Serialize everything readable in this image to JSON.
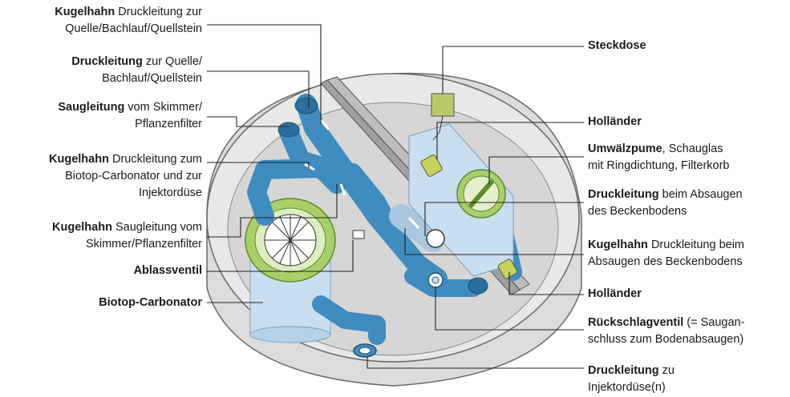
{
  "labels_left": [
    {
      "bold": "Kugelhahn",
      "rest": " Druckleitung zur",
      "line2": "Quelle/Bachlauf/Quellstein",
      "line3": ""
    },
    {
      "bold": "Druckleitung",
      "rest": " zur Quelle/",
      "line2": "Bachlauf/Quellstein",
      "line3": ""
    },
    {
      "bold": "Saugleitung",
      "rest": " vom Skimmer/",
      "line2": "Pflanzenfilter",
      "line3": ""
    },
    {
      "bold": "Kugelhahn",
      "rest": " Druckleitung zum",
      "line2": "Biotop-Carbonator und zur",
      "line3": "Injektordüse"
    },
    {
      "bold": "Kugelhahn",
      "rest": " Saugleitung vom",
      "line2": "Skimmer/Pflanzenfilter",
      "line3": ""
    },
    {
      "bold": "Ablassventil",
      "rest": "",
      "line2": "",
      "line3": ""
    },
    {
      "bold": "Biotop-Carbonator",
      "rest": "",
      "line2": "",
      "line3": ""
    }
  ],
  "labels_right": [
    {
      "bold": "Steckdose",
      "rest": "",
      "line2": ""
    },
    {
      "bold": "Holländer",
      "rest": "",
      "line2": ""
    },
    {
      "bold": "Umwälzpume",
      "rest": ", Schauglas",
      "line2": "mit Ringdichtung, Filterkorb"
    },
    {
      "bold": "Druckleitung",
      "rest": " beim Absaugen",
      "line2": "des Beckenbodens"
    },
    {
      "bold": "Kugelhahn",
      "rest": " Druckleitung beim",
      "line2": "Absaugen des Beckenbodens"
    },
    {
      "bold": "Holländer",
      "rest": "",
      "line2": ""
    },
    {
      "bold": "Rückschlagventil",
      "rest": " (= Saugan-",
      "line2": "schluss zum Bodenabsaugen)"
    },
    {
      "bold": "Druckleitung",
      "rest": " zu",
      "line2": "Injektordüse(n)"
    }
  ],
  "colors": {
    "pipe": "#3f8cc0",
    "pipe_dark": "#2c6f9e",
    "housing": "#e4e4e4",
    "housing_stroke": "#6a6a6a",
    "pump_body": "#c9dff0",
    "filter_green": "#a9cf6a",
    "valve_yellow": "#c6d35a",
    "leader": "#222222"
  }
}
